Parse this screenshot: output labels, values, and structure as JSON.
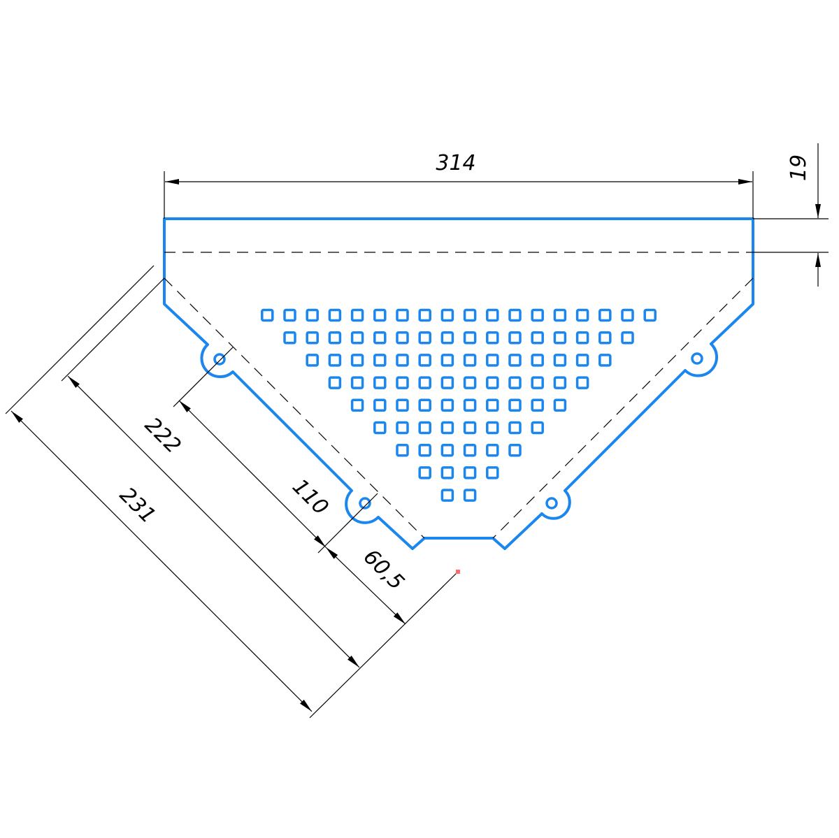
{
  "drawing": {
    "dimensions": {
      "width_total": "314",
      "flange_height": "19",
      "side_length_outer": "231",
      "side_length_inner": "222",
      "hole_spacing": "110",
      "hole_to_edge": "60,5"
    },
    "perforation_rows": [
      18,
      16,
      14,
      12,
      10,
      8,
      6,
      4,
      2
    ],
    "colors": {
      "part": "#1a86ee",
      "dimension": "#000000",
      "marker": "#ff6b6b"
    }
  }
}
